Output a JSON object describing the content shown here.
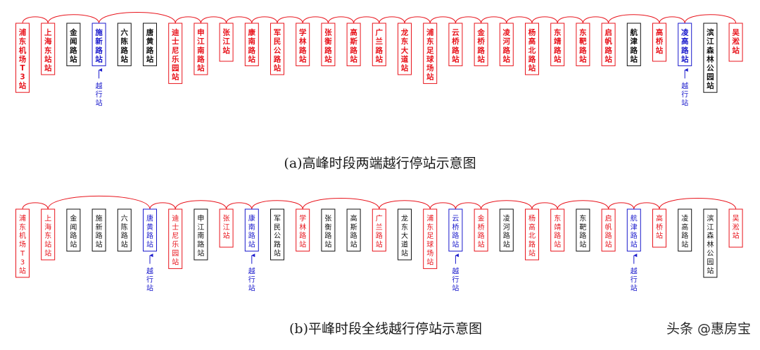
{
  "colors": {
    "stop": "#e8141c",
    "skip": "#111111",
    "express": "#1a1acc",
    "arc": "#e8141c"
  },
  "diagram_a": {
    "caption": "(a)高峰时段两端越行停站示意图",
    "stations": [
      {
        "name": "浦东机场T3站",
        "status": "stop"
      },
      {
        "name": "上海东站站",
        "status": "stop"
      },
      {
        "name": "金闻路站",
        "status": "skip"
      },
      {
        "name": "施新路站",
        "status": "express"
      },
      {
        "name": "六陈路站",
        "status": "skip"
      },
      {
        "name": "唐黄路站",
        "status": "skip"
      },
      {
        "name": "迪士尼乐园站",
        "status": "stop"
      },
      {
        "name": "申江南路站",
        "status": "stop"
      },
      {
        "name": "张江站",
        "status": "stop"
      },
      {
        "name": "康南路站",
        "status": "stop"
      },
      {
        "name": "军民公路站",
        "status": "stop"
      },
      {
        "name": "学林路站",
        "status": "stop"
      },
      {
        "name": "张衡路站",
        "status": "stop"
      },
      {
        "name": "高斯路站",
        "status": "stop"
      },
      {
        "name": "广兰路站",
        "status": "stop"
      },
      {
        "name": "龙东大道站",
        "status": "stop"
      },
      {
        "name": "浦东足球场站",
        "status": "stop"
      },
      {
        "name": "云桥路站",
        "status": "stop"
      },
      {
        "name": "金桥路站",
        "status": "stop"
      },
      {
        "name": "凌河路站",
        "status": "stop"
      },
      {
        "name": "杨高北路站",
        "status": "stop"
      },
      {
        "name": "东靖路站",
        "status": "stop"
      },
      {
        "name": "东靶路站",
        "status": "stop"
      },
      {
        "name": "启帆路站",
        "status": "stop"
      },
      {
        "name": "航津路站",
        "status": "skip"
      },
      {
        "name": "高桥站",
        "status": "stop"
      },
      {
        "name": "凌高路站",
        "status": "express"
      },
      {
        "name": "滨江森林公园站",
        "status": "skip"
      },
      {
        "name": "吴淞站",
        "status": "stop"
      }
    ],
    "express_label": "越行站"
  },
  "diagram_b": {
    "caption": "(b)平峰时段全线越行停站示意图",
    "stations": [
      {
        "name": "浦东机场T3站",
        "status": "stop"
      },
      {
        "name": "上海东站站",
        "status": "stop"
      },
      {
        "name": "金闻路站",
        "status": "skip"
      },
      {
        "name": "施新路站",
        "status": "skip"
      },
      {
        "name": "六陈路站",
        "status": "skip"
      },
      {
        "name": "唐黄路站",
        "status": "express"
      },
      {
        "name": "迪士尼乐园站",
        "status": "stop"
      },
      {
        "name": "申江南路站",
        "status": "skip"
      },
      {
        "name": "张江站",
        "status": "stop"
      },
      {
        "name": "康南路站",
        "status": "express"
      },
      {
        "name": "军民公路站",
        "status": "skip"
      },
      {
        "name": "学林路站",
        "status": "stop"
      },
      {
        "name": "张衡路站",
        "status": "skip"
      },
      {
        "name": "高斯路站",
        "status": "skip"
      },
      {
        "name": "广兰路站",
        "status": "stop"
      },
      {
        "name": "龙东大道站",
        "status": "skip"
      },
      {
        "name": "浦东足球场站",
        "status": "stop"
      },
      {
        "name": "云桥路站",
        "status": "express"
      },
      {
        "name": "金桥路站",
        "status": "stop"
      },
      {
        "name": "凌河路站",
        "status": "skip"
      },
      {
        "name": "杨高北路站",
        "status": "stop"
      },
      {
        "name": "东靖路站",
        "status": "stop"
      },
      {
        "name": "东靶路站",
        "status": "skip"
      },
      {
        "name": "启帆路站",
        "status": "stop"
      },
      {
        "name": "航津路站",
        "status": "express"
      },
      {
        "name": "高桥站",
        "status": "stop"
      },
      {
        "name": "凌高路站",
        "status": "skip"
      },
      {
        "name": "滨江森林公园站",
        "status": "skip"
      },
      {
        "name": "吴淞站",
        "status": "stop"
      }
    ],
    "express_label": "越行站"
  },
  "watermark": "头条 @惠房宝"
}
